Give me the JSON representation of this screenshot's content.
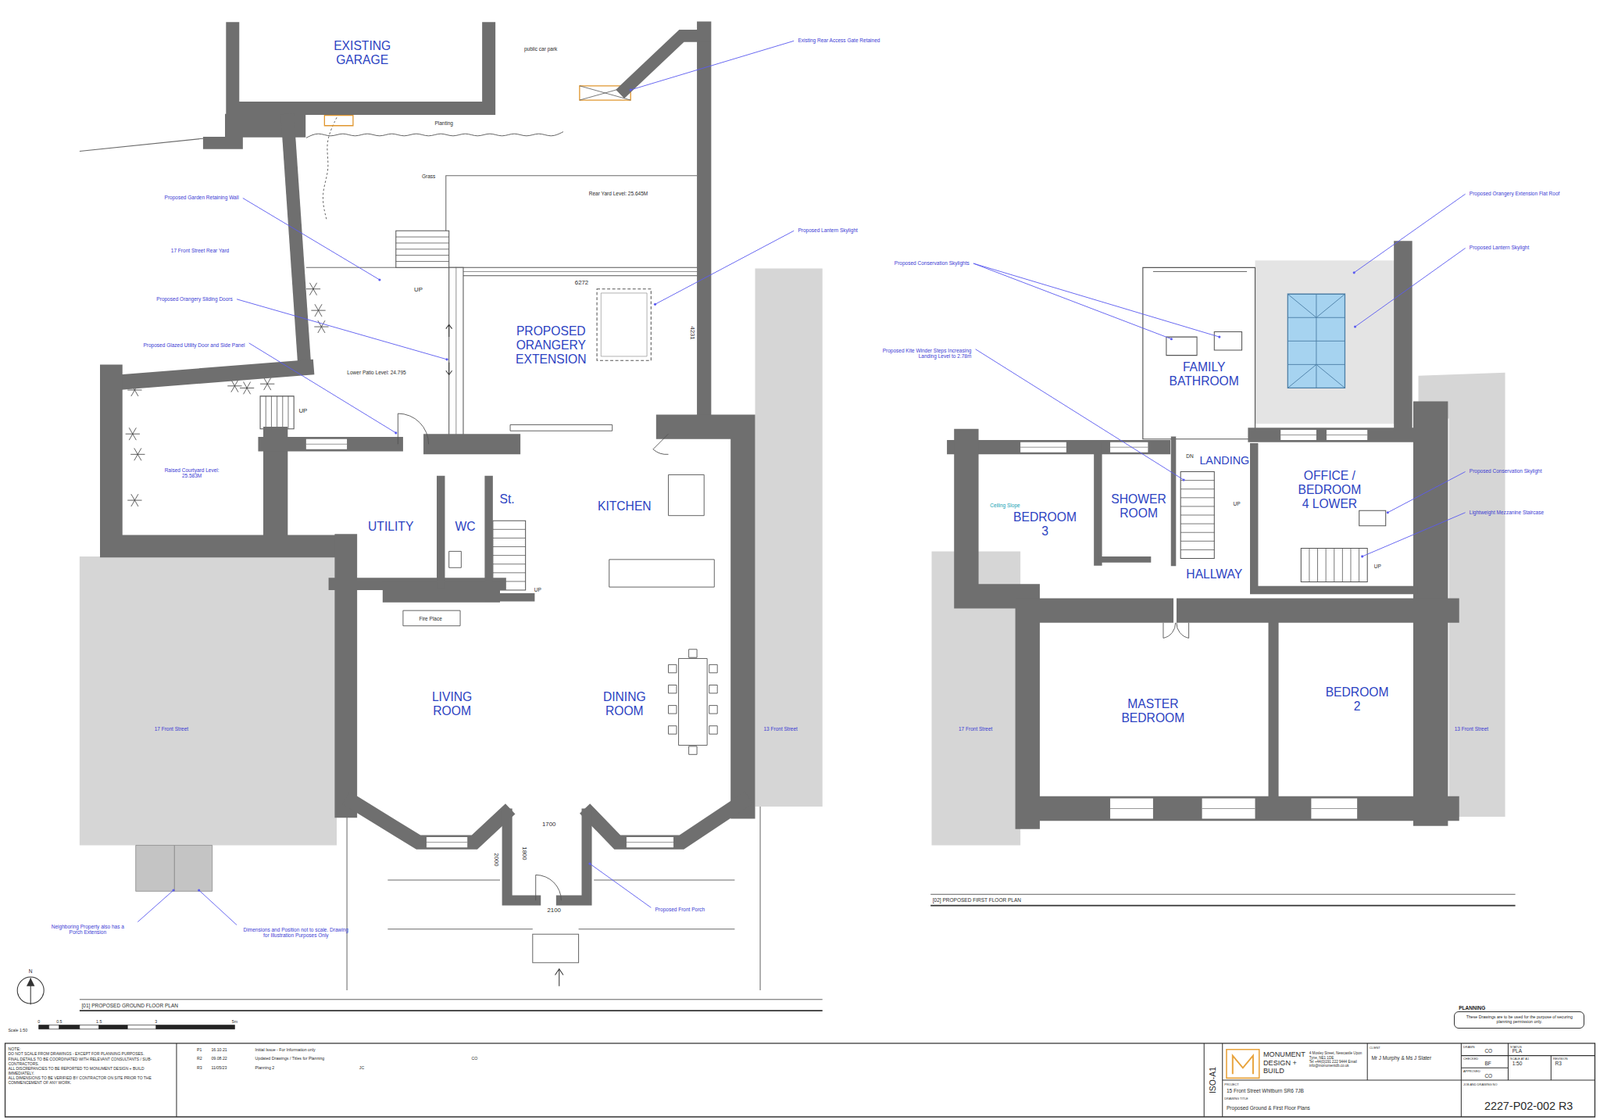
{
  "diagram": {
    "nodes": [
      {
        "text": [
          "PLANNING",
          "These Drawings are to be used for the purpose of securing planning permission only."
        ]
      }
    ],
    "labels": [
      "EXISTING GARAGE",
      "public car park",
      "Existing Rear Access Gate Retained",
      "Planting",
      "Grass",
      "Rear Yard Level: 25.645M",
      "Proposed Garden Retaining Wall",
      "17 Front Street Rear Yard",
      "Proposed Orangery Sliding Doors",
      "Proposed Glazed Utility Door and Side Panel",
      "UP",
      "6272",
      "4231",
      "PROPOSED ORANGERY EXTENSION",
      "Proposed Lantern Skylight",
      "Lower Patio Level: 24.795",
      "UP",
      "Raised Courtyard Level: 25.583M",
      "UTILITY",
      "WC",
      "St.",
      "KITCHEN",
      "UP",
      "Fire Place",
      "LIVING ROOM",
      "DINING ROOM",
      "17 Front Street",
      "13 Front Street",
      "1700",
      "1800",
      "2000",
      "2100",
      "Proposed Front Porch",
      "Neighboring Property also has a Porch Extension",
      "Dimensions and Position not to scale. Drawing for Illustration Purposes Only",
      "N",
      "[01] PROPOSED GROUND FLOOR PLAN",
      "Scale 1:50",
      "0",
      "0.5",
      "1.5",
      "3",
      "5m",
      "Proposed Orangery Extension Flat Roof",
      "Proposed Lantern Skylight",
      "Proposed Conservation Skylights",
      "Proposed Kite Winder Steps Increasing Landing Level to 2.78m",
      "FAMILY BATHROOM",
      "LANDING",
      "DN",
      "BEDROOM 3",
      "Ceiling Slope",
      "SHOWER ROOM",
      "UP",
      "OFFICE / BEDROOM 4 LOWER",
      "Proposed Conservation Skylight",
      "Lightweight Mezzanine Staircase",
      "UP",
      "HALLWAY",
      "MASTER BEDROOM",
      "BEDROOM 2",
      "17 Front Street",
      "13 Front Street",
      "[02] PROPOSED FIRST FLOOR PLAN",
      "NOTE:",
      "DO NOT SCALE FROM DRAWINGS - EXCEPT FOR PLANNING PURPOSES.",
      "FINAL DETAILS TO BE COORDINATED WITH RELEVANT CONSULTANTS / SUB-CONTRACTORS.",
      "ALL DISCREPANCIES TO BE REPORTED TO MONUMENT DESIGN + BUILD IMMEDIATELY.",
      "ALL DIMENSIONS TO BE VERIFIED BY CONTRACTOR ON SITE PRIOR TO THE COMMENCEMENT OF ANY WORK.",
      "P1",
      "16.10.21",
      "Initial Issue - For Information only",
      "R2",
      "09.08.22",
      "Updated Drawings / Titles for Planning",
      "R3",
      "11/05/23",
      "Planning 2",
      "JC",
      "CO",
      "ISO-A1",
      "MONUMENT DESIGN + BUILD",
      "4 Mosley Street, Newcastle Upon Tyne, NE1 1DE",
      "Tel +44(0)191 222 9444 Email info@monumentdb.co.uk",
      "CLIENT",
      "Mr J Murphy & Ms J Slater",
      "PROJECT",
      "15 Front Street Whitburn SR6 7JB",
      "DRAWING TITLE",
      "Proposed Ground & First Floor Plans",
      "DRAWN",
      "CO",
      "CHECKED",
      "BF",
      "APPROVED",
      "CO",
      "STATUS",
      "PLA",
      "SCALE AT A1",
      "1:50",
      "REVISION",
      "R3",
      "JOB AND DRAWING NO",
      "2227-P02-002 R3"
    ]
  }
}
